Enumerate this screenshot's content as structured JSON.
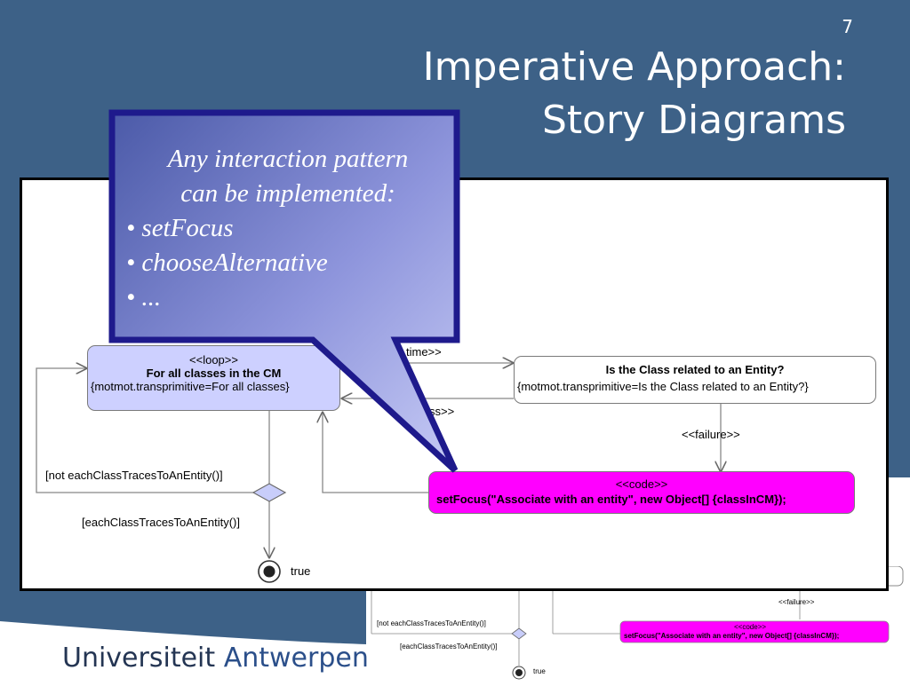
{
  "slide": {
    "number": "7",
    "title_line1": "Imperative Approach:",
    "title_line2": "Story Diagrams",
    "brand_word1": "Universiteit",
    "brand_word2": "Antwerpen"
  },
  "colors": {
    "background_blue": "#3d6187",
    "callout_fill_dark": "#5060b0",
    "callout_fill_light": "#c0c4f2",
    "callout_border": "#1e1a8c",
    "loop_node_fill": "#cdd0ff",
    "code_node_fill": "#ff00ff"
  },
  "callout": {
    "line1": "Any interaction pattern",
    "line2": "can be implemented:",
    "bullets": [
      "• setFocus",
      "• chooseAlternative",
      "• ..."
    ]
  },
  "diagram": {
    "loop_node": {
      "stereotype": "<<loop>>",
      "name": "For all classes in the CM",
      "constraint": "{motmot.transprimitive=For all classes}"
    },
    "check_node": {
      "name": "Is the Class related to an Entity?",
      "constraint": "{motmot.transprimitive=Is the Class related to an Entity?}"
    },
    "code_node": {
      "stereotype": "<<code>>",
      "body": "setFocus(\"Associate with an entity\", new Object[] {classInCM});"
    },
    "edge_labels": {
      "each_time": "time>>",
      "success": "ss>>",
      "failure": "<<failure>>",
      "guard_not": "[not eachClassTracesToAnEntity()]",
      "guard_each": "[eachClassTracesToAnEntity()]",
      "final": "true"
    }
  },
  "mini_diagram": {
    "failure": "<<failure>>",
    "guard_not": "[not eachClassTracesToAnEntity()]",
    "guard_each": "[eachClassTracesToAnEntity()]",
    "code_stereotype": "<<code>>",
    "code_body": "setFocus(\"Associate with an entity\", new Object[] {classInCM});",
    "final": "true"
  }
}
